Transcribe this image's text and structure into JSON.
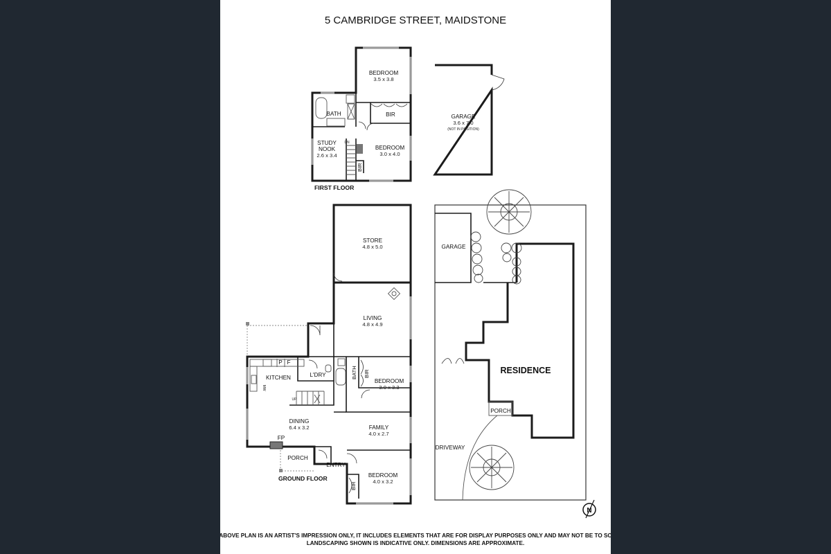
{
  "title": "5 CAMBRIDGE STREET, MAIDSTONE",
  "first_floor": {
    "label": "FIRST FLOOR",
    "rooms": {
      "bedroom1": {
        "name": "BEDROOM",
        "dims": "3.5 x 3.8"
      },
      "bath": {
        "name": "BATH"
      },
      "bir1": {
        "name": "BIR"
      },
      "study": {
        "name1": "STUDY",
        "name2": "NOOK",
        "dims": "2.6 x 3.4"
      },
      "dn": {
        "name": "DN"
      },
      "bedroom2": {
        "name": "BEDROOM",
        "dims": "3.0 x 4.0"
      },
      "bir2": {
        "name": "BIR"
      }
    }
  },
  "garage_outbuilding": {
    "name": "GARAGE",
    "dims": "3.6 x 7.0",
    "note": "(NOT IN POSITION)"
  },
  "ground_floor": {
    "label": "GROUND FLOOR",
    "rooms": {
      "store": {
        "name": "STORE",
        "dims": "4.8 x 5.0"
      },
      "living": {
        "name": "LIVING",
        "dims": "4.8 x 4.9"
      },
      "kitchen": {
        "name": "KITCHEN"
      },
      "p": {
        "name": "P"
      },
      "f": {
        "name": "F"
      },
      "mw": {
        "name": "MW"
      },
      "ldry": {
        "name": "L'DRY"
      },
      "bath": {
        "name": "BATH"
      },
      "bir1": {
        "name": "BIR"
      },
      "bedroom1": {
        "name": "BEDROOM",
        "dims": "3.0 x 3.3"
      },
      "up": {
        "name": "UP"
      },
      "dining": {
        "name": "DINING",
        "dims": "6.4 x 3.2"
      },
      "family": {
        "name": "FAMILY",
        "dims": "4.0 x 2.7"
      },
      "fp": {
        "name": "FP"
      },
      "porch": {
        "name": "PORCH"
      },
      "entry": {
        "name": "ENTRY"
      },
      "bir2": {
        "name": "BIR"
      },
      "bedroom2": {
        "name": "BEDROOM",
        "dims": "4.0 x 3.2"
      }
    }
  },
  "site_plan": {
    "garage": "GARAGE",
    "residence": "RESIDENCE",
    "porch": "PORCH",
    "driveway": "DRIVEWAY",
    "north": "N"
  },
  "disclaimer": {
    "line1": "THE ABOVE PLAN IS AN ARTIST'S IMPRESSION ONLY, IT INCLUDES ELEMENTS THAT ARE FOR DISPLAY PURPOSES ONLY AND MAY NOT BE TO SCALE.",
    "line2": "LANDSCAPING SHOWN IS INDICATIVE ONLY. DIMENSIONS ARE APPROXIMATE."
  }
}
